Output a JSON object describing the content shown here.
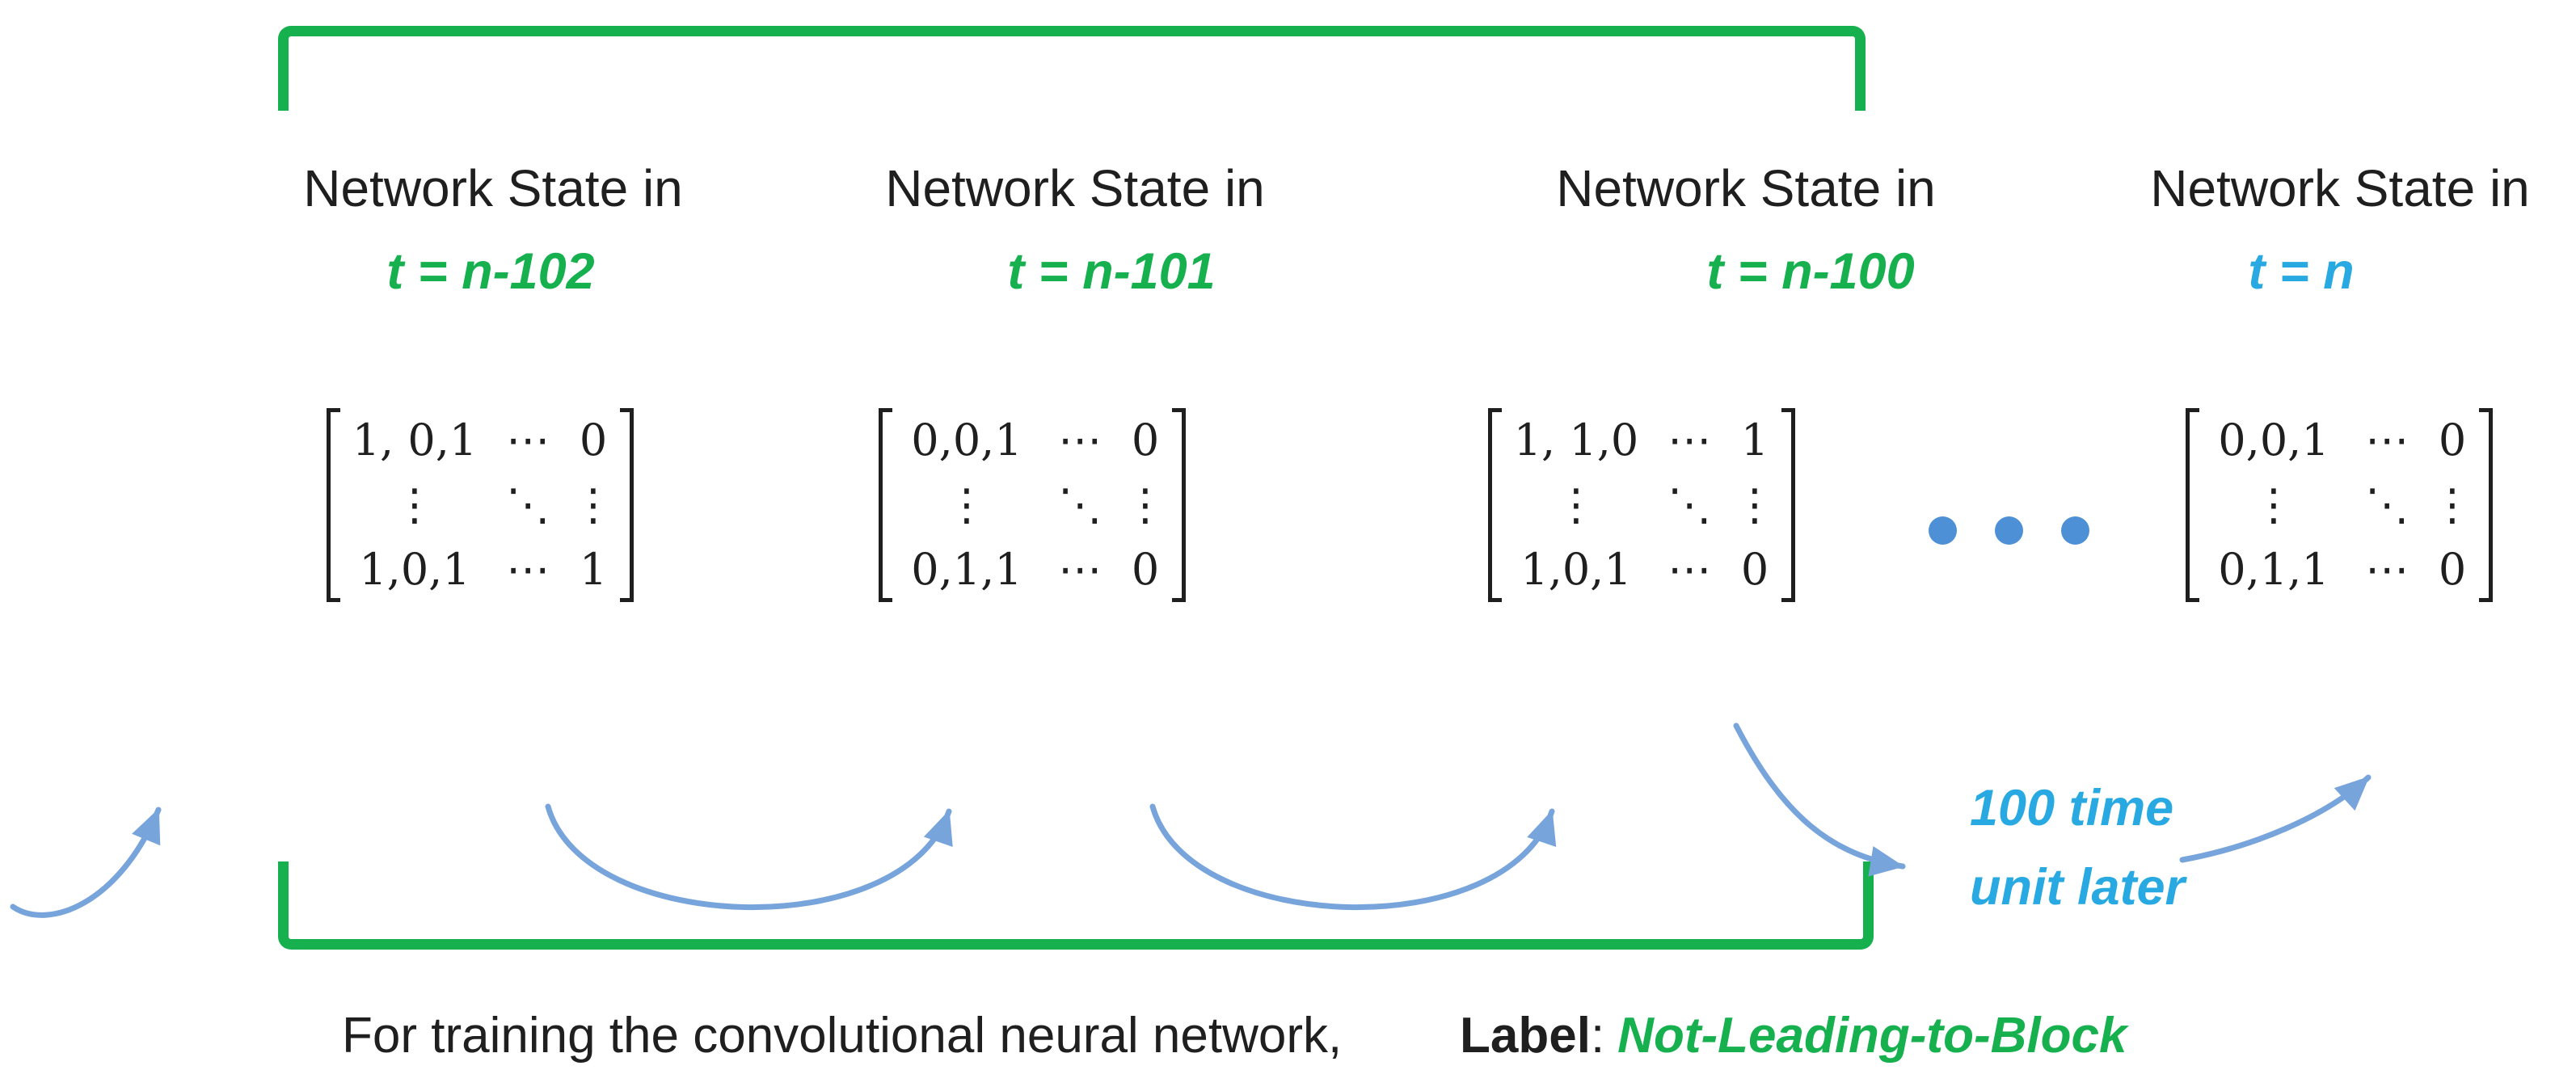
{
  "colors": {
    "green": "#17B04E",
    "blue_text": "#29A9E2",
    "arrow_blue": "#78A4DC",
    "dot_blue": "#4E90D5",
    "ink": "#1F1F1F",
    "background": "#FFFFFF"
  },
  "columns": [
    {
      "header": "Network State in",
      "time_label": "t = n-102",
      "time_color": "green"
    },
    {
      "header": "Network State in",
      "time_label": "t = n-101",
      "time_color": "green"
    },
    {
      "header": "Network State in",
      "time_label": "t = n-100",
      "time_color": "green"
    },
    {
      "header": "Network State in",
      "time_label": "t = n",
      "time_color": "blue"
    }
  ],
  "matrices": [
    {
      "rows": [
        [
          "1, 0,1",
          "⋯",
          "0"
        ],
        [
          "⋮",
          "⋱",
          "⋮"
        ],
        [
          "1,0,1",
          "⋯",
          "1"
        ]
      ]
    },
    {
      "rows": [
        [
          "0,0,1",
          "⋯",
          "0"
        ],
        [
          "⋮",
          "⋱",
          "⋮"
        ],
        [
          "0,1,1",
          "⋯",
          "0"
        ]
      ]
    },
    {
      "rows": [
        [
          "1, 1,0",
          "⋯",
          "1"
        ],
        [
          "⋮",
          "⋱",
          "⋮"
        ],
        [
          "1,0,1",
          "⋯",
          "0"
        ]
      ]
    },
    {
      "rows": [
        [
          "0,0,1",
          "⋯",
          "0"
        ],
        [
          "⋮",
          "⋱",
          "⋮"
        ],
        [
          "0,1,1",
          "⋯",
          "0"
        ]
      ]
    }
  ],
  "ellipsis_icon": "three-dots-horizontal",
  "annotation": {
    "line1": "100 time",
    "line2": "unit later"
  },
  "caption": {
    "text": "For training the convolutional neural network,",
    "label_word": "Label",
    "separator": ":",
    "label_value": "Not-Leading-to-Block"
  }
}
